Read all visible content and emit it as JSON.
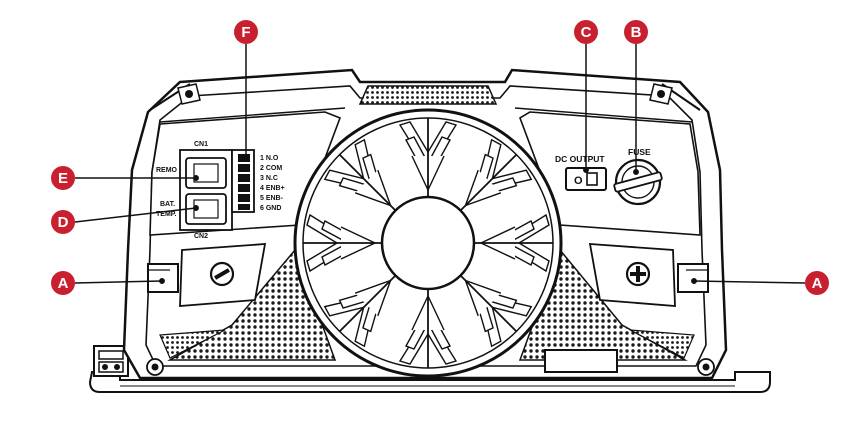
{
  "callouts": {
    "a": "A",
    "b": "B",
    "c": "C",
    "d": "D",
    "e": "E",
    "f": "F"
  },
  "panel": {
    "cn1": "CN1",
    "cn2": "CN2",
    "remo": "REMO",
    "bat": "BAT.",
    "temp": "TEMP.",
    "dc_output": "DC OUTPUT",
    "fuse": "FUSE",
    "pins": [
      "1 N.O",
      "2 COM",
      "3 N.C",
      "4 ENB+",
      "5 ENB-",
      "6 GND"
    ]
  },
  "colors": {
    "callout": "#c8202f",
    "line": "#111111",
    "body": "#ffffff",
    "grille": "#222222"
  },
  "icons": {
    "negative_terminal": "minus-terminal-icon",
    "positive_terminal": "plus-terminal-icon",
    "fan": "fan-icon"
  }
}
